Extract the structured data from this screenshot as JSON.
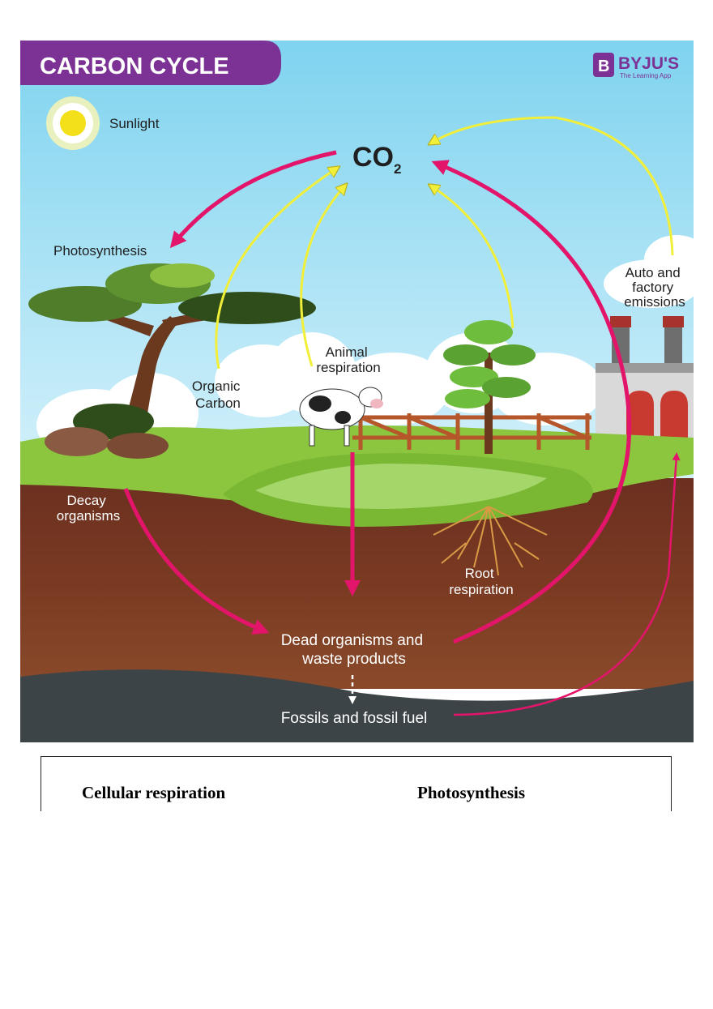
{
  "diagram": {
    "title": "CARBON CYCLE",
    "brand": {
      "name": "BYJU'S",
      "tagline": "The Learning App",
      "mark": "B"
    },
    "labels": {
      "sunlight": "Sunlight",
      "co2_main": "CO",
      "co2_sub": "2",
      "photosynthesis": "Photosynthesis",
      "organic_carbon_1": "Organic",
      "organic_carbon_2": "Carbon",
      "animal_respiration_1": "Animal",
      "animal_respiration_2": "respiration",
      "emissions_1": "Auto and",
      "emissions_2": "factory",
      "emissions_3": "emissions",
      "decay_1": "Decay",
      "decay_2": "organisms",
      "root_respiration_1": "Root",
      "root_respiration_2": "respiration",
      "dead_organisms_1": "Dead organisms and",
      "dead_organisms_2": "waste products",
      "fossils": "Fossils and fossil fuel"
    },
    "colors": {
      "title_banner": "#7b3294",
      "sky": "#c9ecf7",
      "grass": "#8cc63f",
      "soil_dark": "#5a2a1c",
      "fossil_layer": "#3d4448",
      "magenta_arrow": "#e2156b",
      "yellow_arrow": "#f2ef3a"
    }
  },
  "comparison": {
    "left_heading": "Cellular respiration",
    "right_heading": "Photosynthesis"
  }
}
